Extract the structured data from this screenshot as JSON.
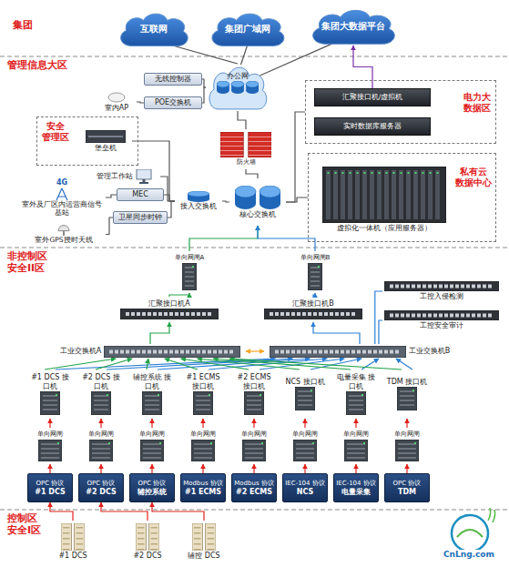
{
  "diagram": {
    "nodes": [
      {
        "text": [
          "互联网"
        ]
      },
      {
        "text": [
          "集团广域网"
        ]
      },
      {
        "text": [
          "集团大数据平台"
        ]
      },
      {
        "text": [
          "办公网"
        ]
      },
      {
        "text": [
          "无线控制器"
        ]
      },
      {
        "text": [
          "室内AP"
        ]
      },
      {
        "text": [
          "POE交换机"
        ]
      },
      {
        "text": [
          "防火墙"
        ]
      },
      {
        "text": [
          "电力大 数据区"
        ]
      },
      {
        "text": [
          "汇聚接口机/虚拟机"
        ],
        "in": 8
      },
      {
        "text": [
          "实时数据库服务器"
        ],
        "in": 8
      },
      {
        "text": [
          "安全 管理区"
        ]
      },
      {
        "text": [
          "堡垒机"
        ],
        "in": 11
      },
      {
        "text": [
          "管理工作站"
        ]
      },
      {
        "text": [
          "4G",
          "室外及厂区内运营商信号基站"
        ]
      },
      {
        "text": [
          "MEC"
        ]
      },
      {
        "text": [
          "室外GPS授时天线"
        ]
      },
      {
        "text": [
          "卫星同步时钟"
        ]
      },
      {
        "text": [
          "接入交换机"
        ]
      },
      {
        "text": [
          "核心交换机"
        ]
      },
      {
        "text": [
          "私有云 数据中心"
        ]
      },
      {
        "text": [
          "虚拟化一体机（应用服务器）"
        ],
        "in": 20
      },
      {
        "text": [
          "单向网闸A"
        ]
      },
      {
        "text": [
          "单向网闸B"
        ]
      },
      {
        "text": [
          "汇聚接口机A"
        ]
      },
      {
        "text": [
          "汇聚接口机B"
        ]
      },
      {
        "text": [
          "工控入侵检测"
        ]
      },
      {
        "text": [
          "工控安全审计"
        ]
      },
      {
        "text": [
          "工业交换机A"
        ]
      },
      {
        "text": [
          "工业交换机B"
        ]
      },
      {
        "text": [
          "#1 DCS 接口机"
        ]
      },
      {
        "text": [
          "#2 DCS 接口机"
        ]
      },
      {
        "text": [
          "辅控系统 接口机"
        ]
      },
      {
        "text": [
          "#1 ECMS 接口机"
        ]
      },
      {
        "text": [
          "#2 ECMS 接口机"
        ]
      },
      {
        "text": [
          "NCS 接口机"
        ]
      },
      {
        "text": [
          "电量采集 接口机"
        ]
      },
      {
        "text": [
          "TDM 接口机"
        ]
      },
      {
        "text": [
          "单向网闸"
        ]
      },
      {
        "text": [
          "单向网闸"
        ]
      },
      {
        "text": [
          "单向网闸"
        ]
      },
      {
        "text": [
          "单向网闸"
        ]
      },
      {
        "text": [
          "单向网闸"
        ]
      },
      {
        "text": [
          "单向网闸"
        ]
      },
      {
        "text": [
          "单向网闸"
        ]
      },
      {
        "text": [
          "单向网闸"
        ]
      },
      {
        "text": [
          "OPC 协议",
          "#1 DCS"
        ]
      },
      {
        "text": [
          "OPC 协议",
          "#2 DCS"
        ]
      },
      {
        "text": [
          "OPC 协议",
          "辅控系统"
        ]
      },
      {
        "text": [
          "Modbus 协议",
          "#1 ECMS"
        ]
      },
      {
        "text": [
          "Modbus 协议",
          "#2 ECMS"
        ]
      },
      {
        "text": [
          "IEC-104 协议",
          "NCS"
        ]
      },
      {
        "text": [
          "IEC-104 协议",
          "电量采集"
        ]
      },
      {
        "text": [
          "OPC 协议",
          "TDM"
        ]
      },
      {
        "text": [
          "#1 DCS"
        ]
      },
      {
        "text": [
          "#2 DCS"
        ]
      },
      {
        "text": [
          "辅控 DCS"
        ]
      }
    ],
    "edges": [
      {
        "from": 0,
        "to": 3,
        "arrow": "none"
      },
      {
        "from": 1,
        "to": 3,
        "arrow": "none"
      },
      {
        "from": 3,
        "to": 2,
        "arrow": "none"
      },
      {
        "from": 9,
        "to": 2,
        "arrow": "to"
      },
      {
        "from": 4,
        "to": 3,
        "arrow": "none"
      },
      {
        "from": 6,
        "to": 3,
        "arrow": "none"
      },
      {
        "from": 5,
        "to": 6,
        "arrow": "none"
      },
      {
        "from": 3,
        "to": 7,
        "arrow": "none"
      },
      {
        "from": 7,
        "to": 19,
        "arrow": "none"
      },
      {
        "from": 12,
        "to": 18,
        "arrow": "none"
      },
      {
        "from": 13,
        "to": 18,
        "arrow": "none"
      },
      {
        "from": 15,
        "to": 18,
        "arrow": "none"
      },
      {
        "from": 17,
        "to": 18,
        "arrow": "none"
      },
      {
        "from": 14,
        "to": 15,
        "arrow": "none"
      },
      {
        "from": 16,
        "to": 17,
        "arrow": "none"
      },
      {
        "from": 18,
        "to": 19,
        "arrow": "none"
      },
      {
        "from": 19,
        "to": 8,
        "arrow": "none"
      },
      {
        "from": 19,
        "to": 20,
        "arrow": "none"
      },
      {
        "from": 24,
        "to": 22,
        "arrow": "to"
      },
      {
        "from": 22,
        "to": 19,
        "arrow": "to"
      },
      {
        "from": 25,
        "to": 23,
        "arrow": "to"
      },
      {
        "from": 23,
        "to": 19,
        "arrow": "to"
      },
      {
        "from": 28,
        "to": 24,
        "arrow": "to"
      },
      {
        "from": 29,
        "to": 25,
        "arrow": "to"
      },
      {
        "from": 28,
        "to": 29,
        "arrow": "both"
      },
      {
        "from": 29,
        "to": 26,
        "arrow": "none"
      },
      {
        "from": 29,
        "to": 27,
        "arrow": "none"
      },
      {
        "from": 30,
        "to": 28,
        "arrow": "to"
      },
      {
        "from": 30,
        "to": 29,
        "arrow": "to"
      },
      {
        "from": 31,
        "to": 28,
        "arrow": "to"
      },
      {
        "from": 31,
        "to": 29,
        "arrow": "to"
      },
      {
        "from": 32,
        "to": 28,
        "arrow": "to"
      },
      {
        "from": 32,
        "to": 29,
        "arrow": "to"
      },
      {
        "from": 33,
        "to": 28,
        "arrow": "to"
      },
      {
        "from": 33,
        "to": 29,
        "arrow": "to"
      },
      {
        "from": 34,
        "to": 28,
        "arrow": "to"
      },
      {
        "from": 34,
        "to": 29,
        "arrow": "to"
      },
      {
        "from": 35,
        "to": 28,
        "arrow": "to"
      },
      {
        "from": 35,
        "to": 29,
        "arrow": "to"
      },
      {
        "from": 36,
        "to": 28,
        "arrow": "to"
      },
      {
        "from": 36,
        "to": 29,
        "arrow": "to"
      },
      {
        "from": 37,
        "to": 28,
        "arrow": "to"
      },
      {
        "from": 37,
        "to": 29,
        "arrow": "to"
      },
      {
        "from": 38,
        "to": 30,
        "arrow": "to"
      },
      {
        "from": 39,
        "to": 31,
        "arrow": "to"
      },
      {
        "from": 40,
        "to": 32,
        "arrow": "to"
      },
      {
        "from": 41,
        "to": 33,
        "arrow": "to"
      },
      {
        "from": 42,
        "to": 34,
        "arrow": "to"
      },
      {
        "from": 43,
        "to": 35,
        "arrow": "to"
      },
      {
        "from": 44,
        "to": 36,
        "arrow": "to"
      },
      {
        "from": 45,
        "to": 37,
        "arrow": "to"
      },
      {
        "from": 46,
        "to": 38,
        "arrow": "to"
      },
      {
        "from": 47,
        "to": 39,
        "arrow": "to"
      },
      {
        "from": 48,
        "to": 40,
        "arrow": "to"
      },
      {
        "from": 49,
        "to": 41,
        "arrow": "to"
      },
      {
        "from": 50,
        "to": 42,
        "arrow": "to"
      },
      {
        "from": 51,
        "to": 43,
        "arrow": "to"
      },
      {
        "from": 52,
        "to": 44,
        "arrow": "to"
      },
      {
        "from": 53,
        "to": 45,
        "arrow": "to"
      },
      {
        "from": 54,
        "to": 46,
        "arrow": "to"
      },
      {
        "from": 55,
        "to": 47,
        "arrow": "to"
      },
      {
        "from": 56,
        "to": 48,
        "arrow": "to"
      }
    ],
    "labels": [
      "集团",
      "管理信息大区",
      "非控制区 安全II区",
      "控制区 安全I区",
      "CnLng.com"
    ]
  }
}
